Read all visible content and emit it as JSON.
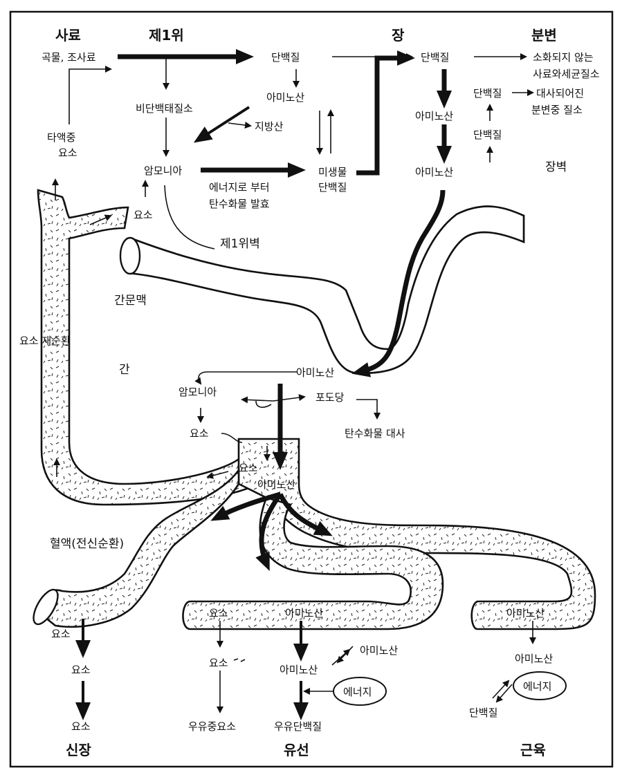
{
  "headers": {
    "feed": "사료",
    "rumen": "제1위",
    "intestine": "장",
    "feces": "분변",
    "intestinal_wall": "장벽",
    "rumen_wall": "제1위벽",
    "portal_vein": "간문맥",
    "liver": "간",
    "blood": "혈액(전신순환)",
    "kidney": "신장",
    "mammary": "유선",
    "muscle": "근육"
  },
  "labels": {
    "grain_roughage": "곡물, 조사료",
    "rumen_protein": "단백질",
    "npn": "비단백태질소",
    "rumen_amino": "아미노산",
    "fatty_acid": "지방산",
    "ammonia": "암모니아",
    "urea_rumen": "요소",
    "saliva_urea_1": "타액중",
    "saliva_urea_2": "요소",
    "energy_from_1": "에너지로 부터",
    "energy_from_2": "탄수화물 발효",
    "microbial_1": "미생물",
    "microbial_2": "단백질",
    "int_protein": "단백질",
    "int_amino_1": "아미노산",
    "int_amino_2": "아미노산",
    "undigested_1": "소화되지 않는",
    "undigested_2": "사료와세균질소",
    "wall_protein_1": "단백질",
    "wall_protein_2": "단백질",
    "metabolic_1": "대사되어진",
    "metabolic_2": "분변중 질소",
    "liver_amino": "아미노산",
    "liver_ammonia": "암모니아",
    "glucose": "포도당",
    "liver_urea": "요소",
    "carb_metab": "탄수화물 대사",
    "blood_urea": "요소",
    "blood_amino": "아미노산",
    "urea_recycle": "요소 재순환",
    "kidney_urea_1": "요소",
    "kidney_urea_2": "요소",
    "kidney_urea_3": "요소",
    "mam_urea_1": "요소",
    "mam_urea_2": "요소",
    "milk_urea": "우유중요소",
    "mam_amino_1": "아미노산",
    "mam_amino_2": "아미노산",
    "mam_amino_3": "아미노산",
    "mam_energy": "에너지",
    "milk_protein": "우유단백질",
    "mus_amino_1": "아미노산",
    "mus_amino_2": "아미노산",
    "mus_energy": "에너지",
    "mus_protein": "단백질"
  }
}
